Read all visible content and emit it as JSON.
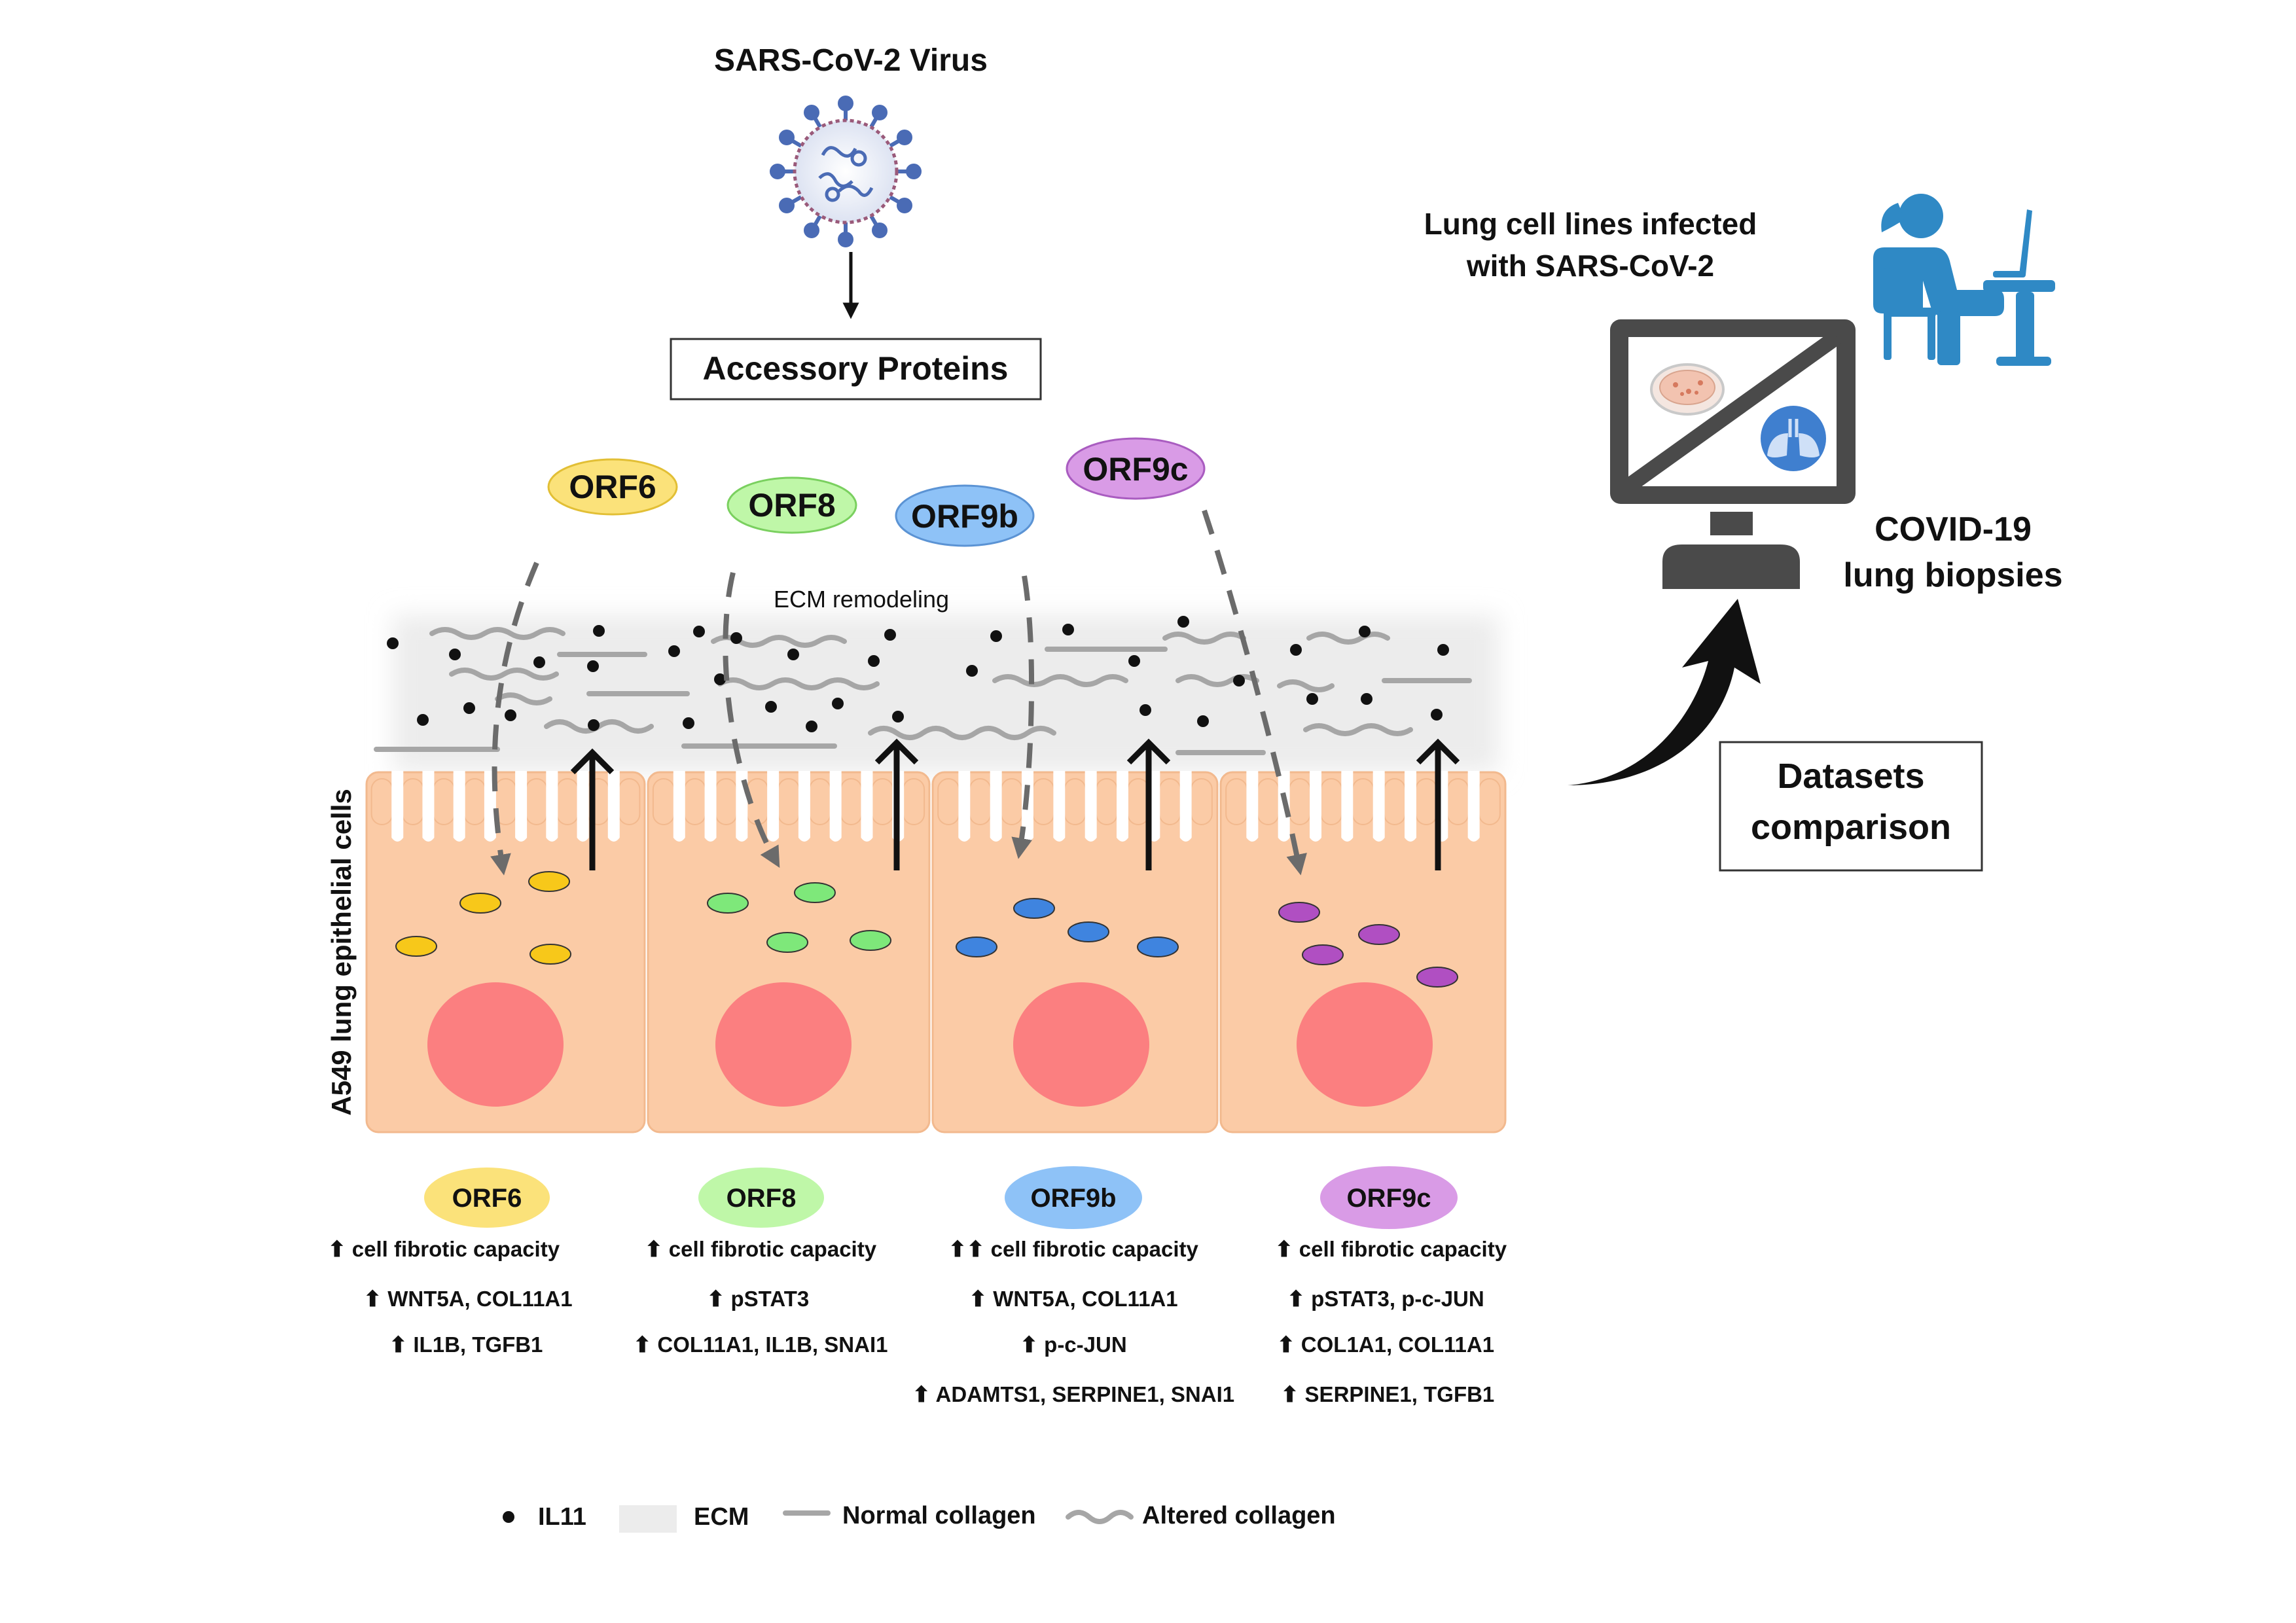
{
  "virus_title": "SARS-CoV-2 Virus",
  "accessory_proteins": "Accessory Proteins",
  "ecm_label": "ECM remodeling",
  "cell_side_label": "A549 lung epithelial cells",
  "proteins_top": [
    "ORF6",
    "ORF8",
    "ORF9b",
    "ORF9c"
  ],
  "colors": {
    "orf6": "#fbe27a",
    "orf6_vesicle": "#f7c81a",
    "orf8": "#bff7a8",
    "orf8_vesicle": "#7ee87a",
    "orf9b": "#8ec2f7",
    "orf9b_vesicle": "#3f84df",
    "orf9c": "#d99be6",
    "orf9c_vesicle": "#b04fc2",
    "cell_body": "#fbcba6",
    "nucleus": "#fb7f80",
    "ecm": "#e8e8e8",
    "collagen": "#a9a9a9",
    "monitor": "#4a4a4a",
    "person": "#2f89c5"
  },
  "effects": [
    {
      "name": "ORF6",
      "lines": [
        {
          "arrows": "⬆",
          "text": "cell fibrotic capacity"
        },
        {
          "arrows": "⬆",
          "text": "WNT5A, COL11A1"
        },
        {
          "arrows": "⬆",
          "text": "IL1B, TGFB1"
        }
      ]
    },
    {
      "name": "ORF8",
      "lines": [
        {
          "arrows": "⬆",
          "text": "cell fibrotic capacity"
        },
        {
          "arrows": "⬆",
          "text": "pSTAT3"
        },
        {
          "arrows": "⬆",
          "text": "COL11A1, IL1B, SNAI1"
        }
      ]
    },
    {
      "name": "ORF9b",
      "lines": [
        {
          "arrows": "⬆⬆",
          "text": "cell fibrotic capacity"
        },
        {
          "arrows": "⬆",
          "text": "WNT5A, COL11A1"
        },
        {
          "arrows": "⬆",
          "text": "p-c-JUN"
        },
        {
          "arrows": "⬆",
          "text": "ADAMTS1, SERPINE1, SNAI1"
        }
      ]
    },
    {
      "name": "ORF9c",
      "lines": [
        {
          "arrows": "⬆",
          "text": "cell fibrotic capacity"
        },
        {
          "arrows": "⬆",
          "text": "pSTAT3, p-c-JUN"
        },
        {
          "arrows": "⬆",
          "text": "COL1A1, COL11A1"
        },
        {
          "arrows": "⬆",
          "text": "SERPINE1, TGFB1"
        }
      ]
    }
  ],
  "legend": {
    "il11": "IL11",
    "ecm": "ECM",
    "normal": "Normal collagen",
    "altered": "Altered collagen"
  },
  "lung_lines_title": [
    "Lung cell lines infected",
    "with SARS-CoV-2"
  ],
  "covid_biopsies": [
    "COVID-19",
    "lung biopsies"
  ],
  "datasets_box": [
    "Datasets",
    "comparison"
  ],
  "icons": [
    "virus-icon",
    "petri-dish-icon",
    "lungs-icon",
    "computer-monitor-icon",
    "person-at-desk-icon",
    "curved-arrow-icon"
  ]
}
